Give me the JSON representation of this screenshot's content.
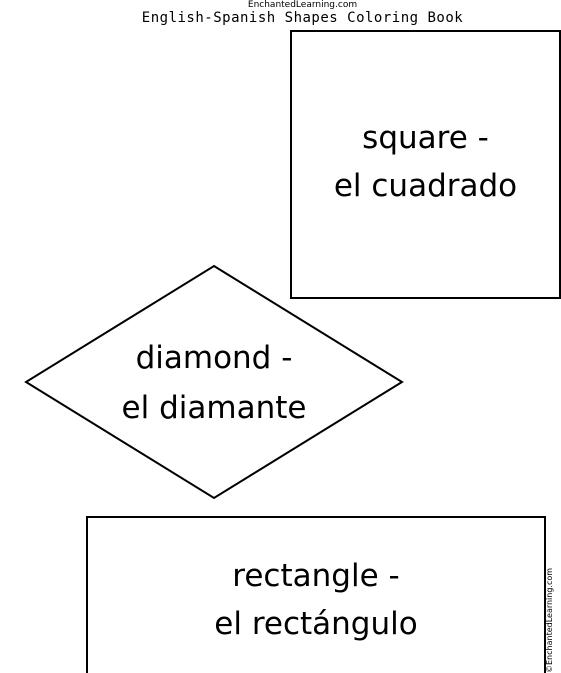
{
  "header": {
    "site_name": "EnchantedLearning.com",
    "title": "English-Spanish Shapes Coloring Book"
  },
  "shapes": {
    "square": {
      "english": "square -",
      "spanish": "el cuadrado"
    },
    "diamond": {
      "english": "diamond -",
      "spanish": "el diamante"
    },
    "rectangle": {
      "english": "rectangle -",
      "spanish": "el rectángulo"
    }
  },
  "footer": {
    "copyright": "©EnchantedLearning.com"
  }
}
